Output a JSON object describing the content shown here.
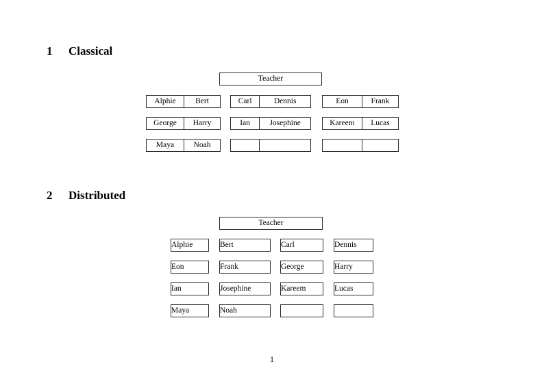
{
  "document": {
    "page_number": "1",
    "sections": [
      {
        "number": "1",
        "title": "Classical",
        "layout": "paired",
        "teacher_label": "Teacher",
        "columns": [
          {
            "rows": [
              [
                "Alphie",
                "Bert"
              ],
              [
                "George",
                "Harry"
              ],
              [
                "Maya",
                "Noah"
              ]
            ]
          },
          {
            "rows": [
              [
                "Carl",
                "Dennis"
              ],
              [
                "Ian",
                "Josephine"
              ],
              [
                "",
                ""
              ]
            ]
          },
          {
            "rows": [
              [
                "Eon",
                "Frank"
              ],
              [
                "Kareem",
                "Lucas"
              ],
              [
                "",
                ""
              ]
            ]
          }
        ]
      },
      {
        "number": "2",
        "title": "Distributed",
        "layout": "single",
        "teacher_label": "Teacher",
        "grid": [
          [
            "Alphie",
            "Bert",
            "Carl",
            "Dennis"
          ],
          [
            "Eon",
            "Frank",
            "George",
            "Harry"
          ],
          [
            "Ian",
            "Josephine",
            "Kareem",
            "Lucas"
          ],
          [
            "Maya",
            "Noah",
            "",
            ""
          ]
        ]
      }
    ]
  },
  "colors": {
    "page_background": "#ffffff",
    "text": "#000000",
    "box_border": "#2b2b2b"
  }
}
